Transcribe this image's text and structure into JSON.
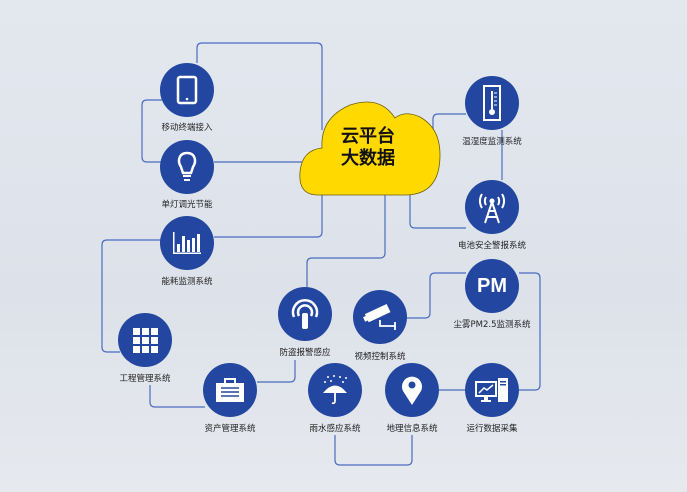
{
  "center": {
    "line1": "云平台",
    "line2": "大数据"
  },
  "colors": {
    "node": "#2347a0",
    "line": "#4a6cc0",
    "cloud": "#ffd900"
  },
  "nodes": {
    "mobile": "移动终端接入",
    "lamp": "单灯调光节能",
    "energy": "能耗监测系统",
    "engineering": "工程管理系统",
    "asset": "资产管理系统",
    "antitheft": "防盗报警感应",
    "video": "视频控制系统",
    "pm": "尘雾PM2.5监测系统",
    "pm_icon_text": "PM",
    "rain": "雨水感应系统",
    "gis": "地理信息系统",
    "rundata": "运行数据采集",
    "temp": "温湿度监测系统",
    "power": "电池安全警报系统"
  }
}
